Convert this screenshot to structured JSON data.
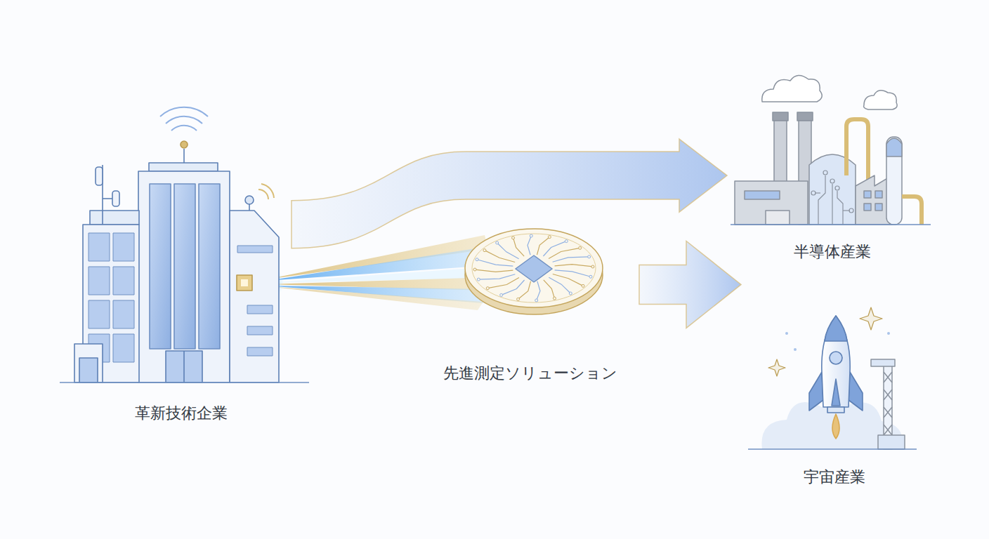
{
  "diagram": {
    "nodes": [
      {
        "text": [
          "革新技術企業"
        ]
      },
      {
        "text": [
          "先進測定ソリューション"
        ]
      },
      {
        "text": [
          "半導体産業"
        ]
      },
      {
        "text": [
          "宇宙産業"
        ]
      }
    ],
    "edges": [
      {
        "from": 0,
        "to": 2,
        "arrow": "to"
      },
      {
        "from": 1,
        "to": 3,
        "arrow": "to"
      }
    ]
  }
}
